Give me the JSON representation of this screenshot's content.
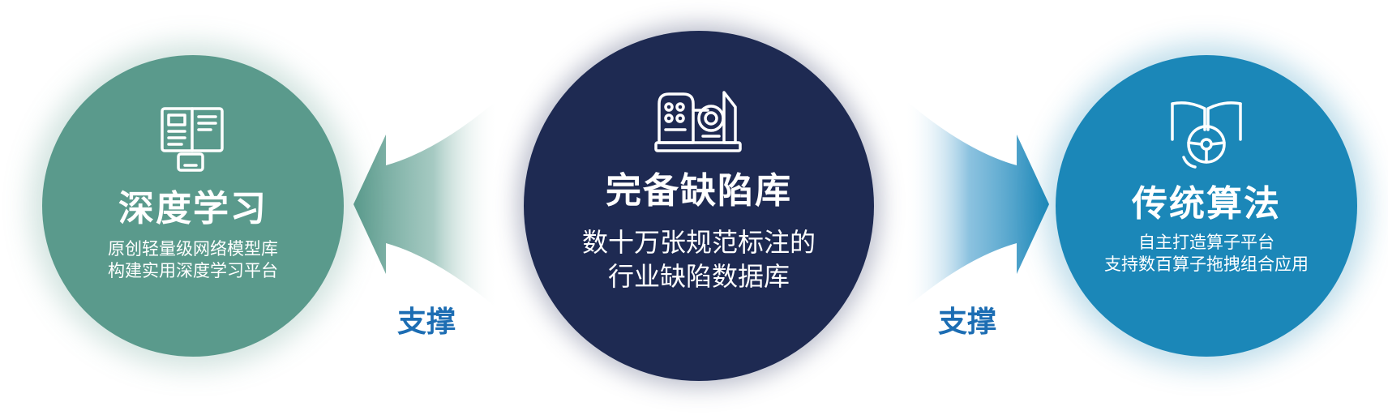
{
  "left_node": {
    "icon": "document-tablet-icon",
    "title": "深度学习",
    "desc_line1": "原创轻量级网络模型库",
    "desc_line2": "构建实用深度学习平台",
    "color": "#5a9a8c"
  },
  "center_node": {
    "icon": "defect-scanner-machine-icon",
    "title": "完备缺陷库",
    "desc_line1": "数十万张规范标注的",
    "desc_line2": "行业缺陷数据库",
    "color": "#1e2a52"
  },
  "right_node": {
    "icon": "book-steering-wheel-icon",
    "title": "传统算法",
    "desc_line1": "自主打造算子平台",
    "desc_line2": "支持数百算子拖拽组合应用",
    "color": "#1b87b8"
  },
  "left_connector": {
    "label": "支撑",
    "direction": "left",
    "color": "#5a9a8c"
  },
  "right_connector": {
    "label": "支撑",
    "direction": "right",
    "color": "#1b87b8"
  },
  "label_color": "#1c6db3"
}
